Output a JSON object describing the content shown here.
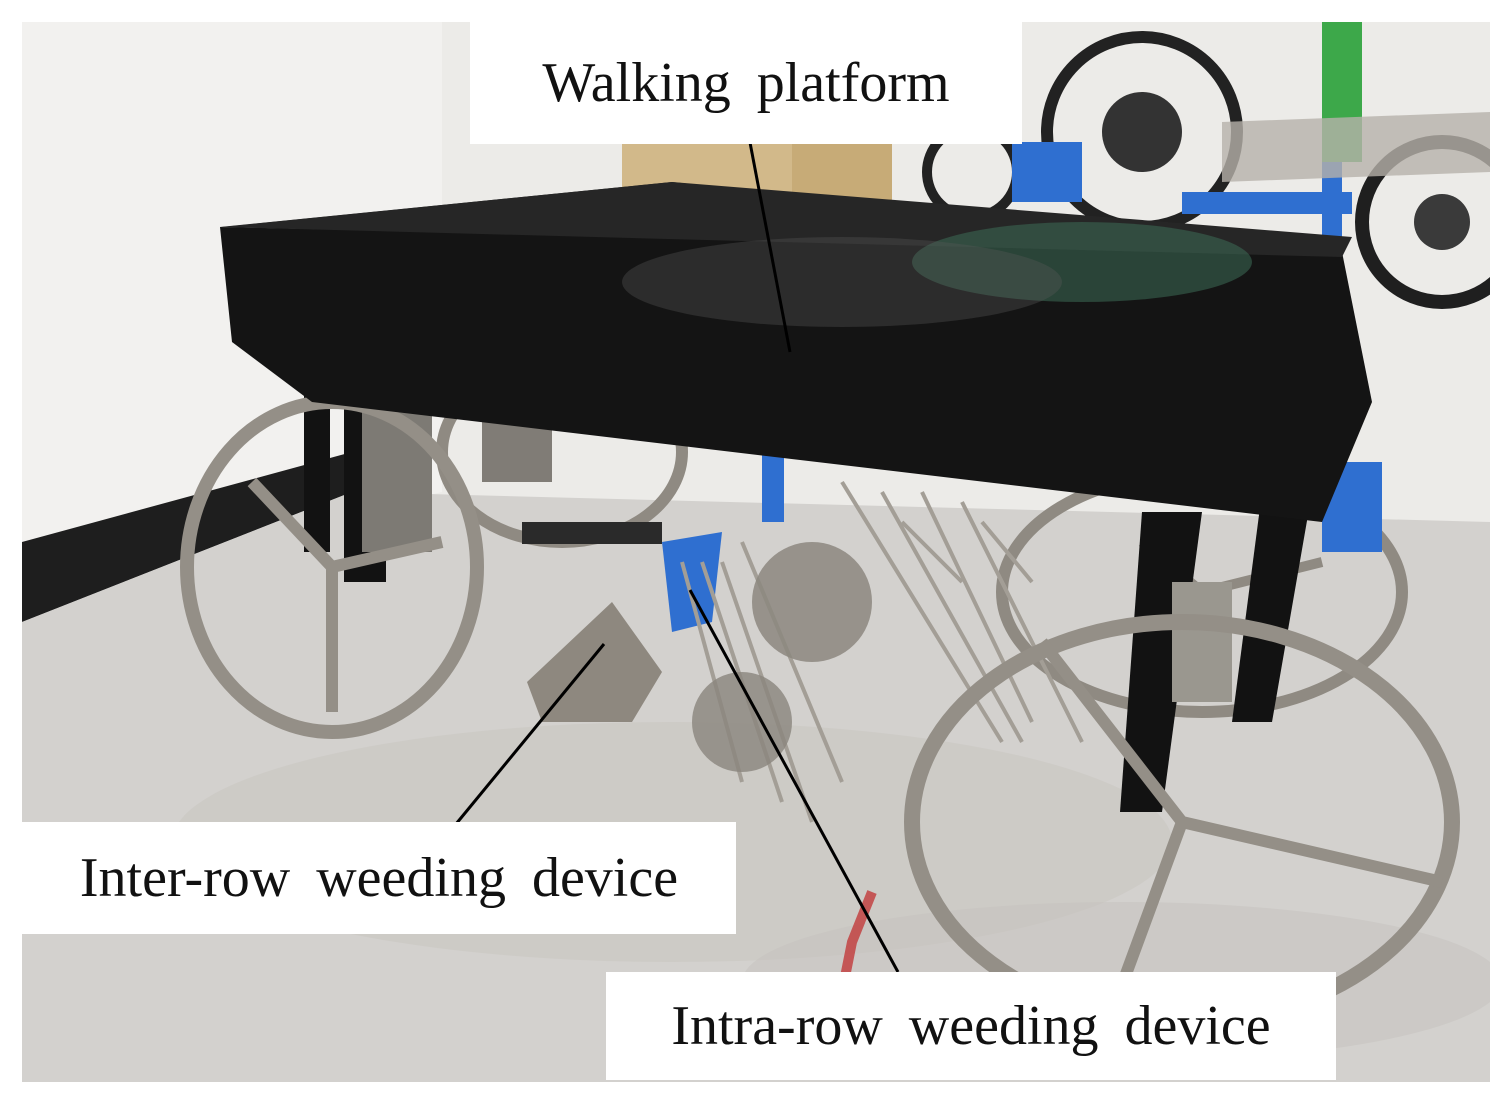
{
  "figure": {
    "subject": "weeding machine on walking platform",
    "labels": {
      "walking_platform": "Walking platform",
      "inter_row": "Inter-row weeding device",
      "intra_row": "Intra-row weeding device"
    },
    "colors": {
      "platform": "#141414",
      "frame_blue": "#2f6fd0",
      "steel": "#9b968f",
      "floor": "#d4d2cf",
      "wall": "#eeedeb",
      "leader_line": "#000000"
    }
  }
}
